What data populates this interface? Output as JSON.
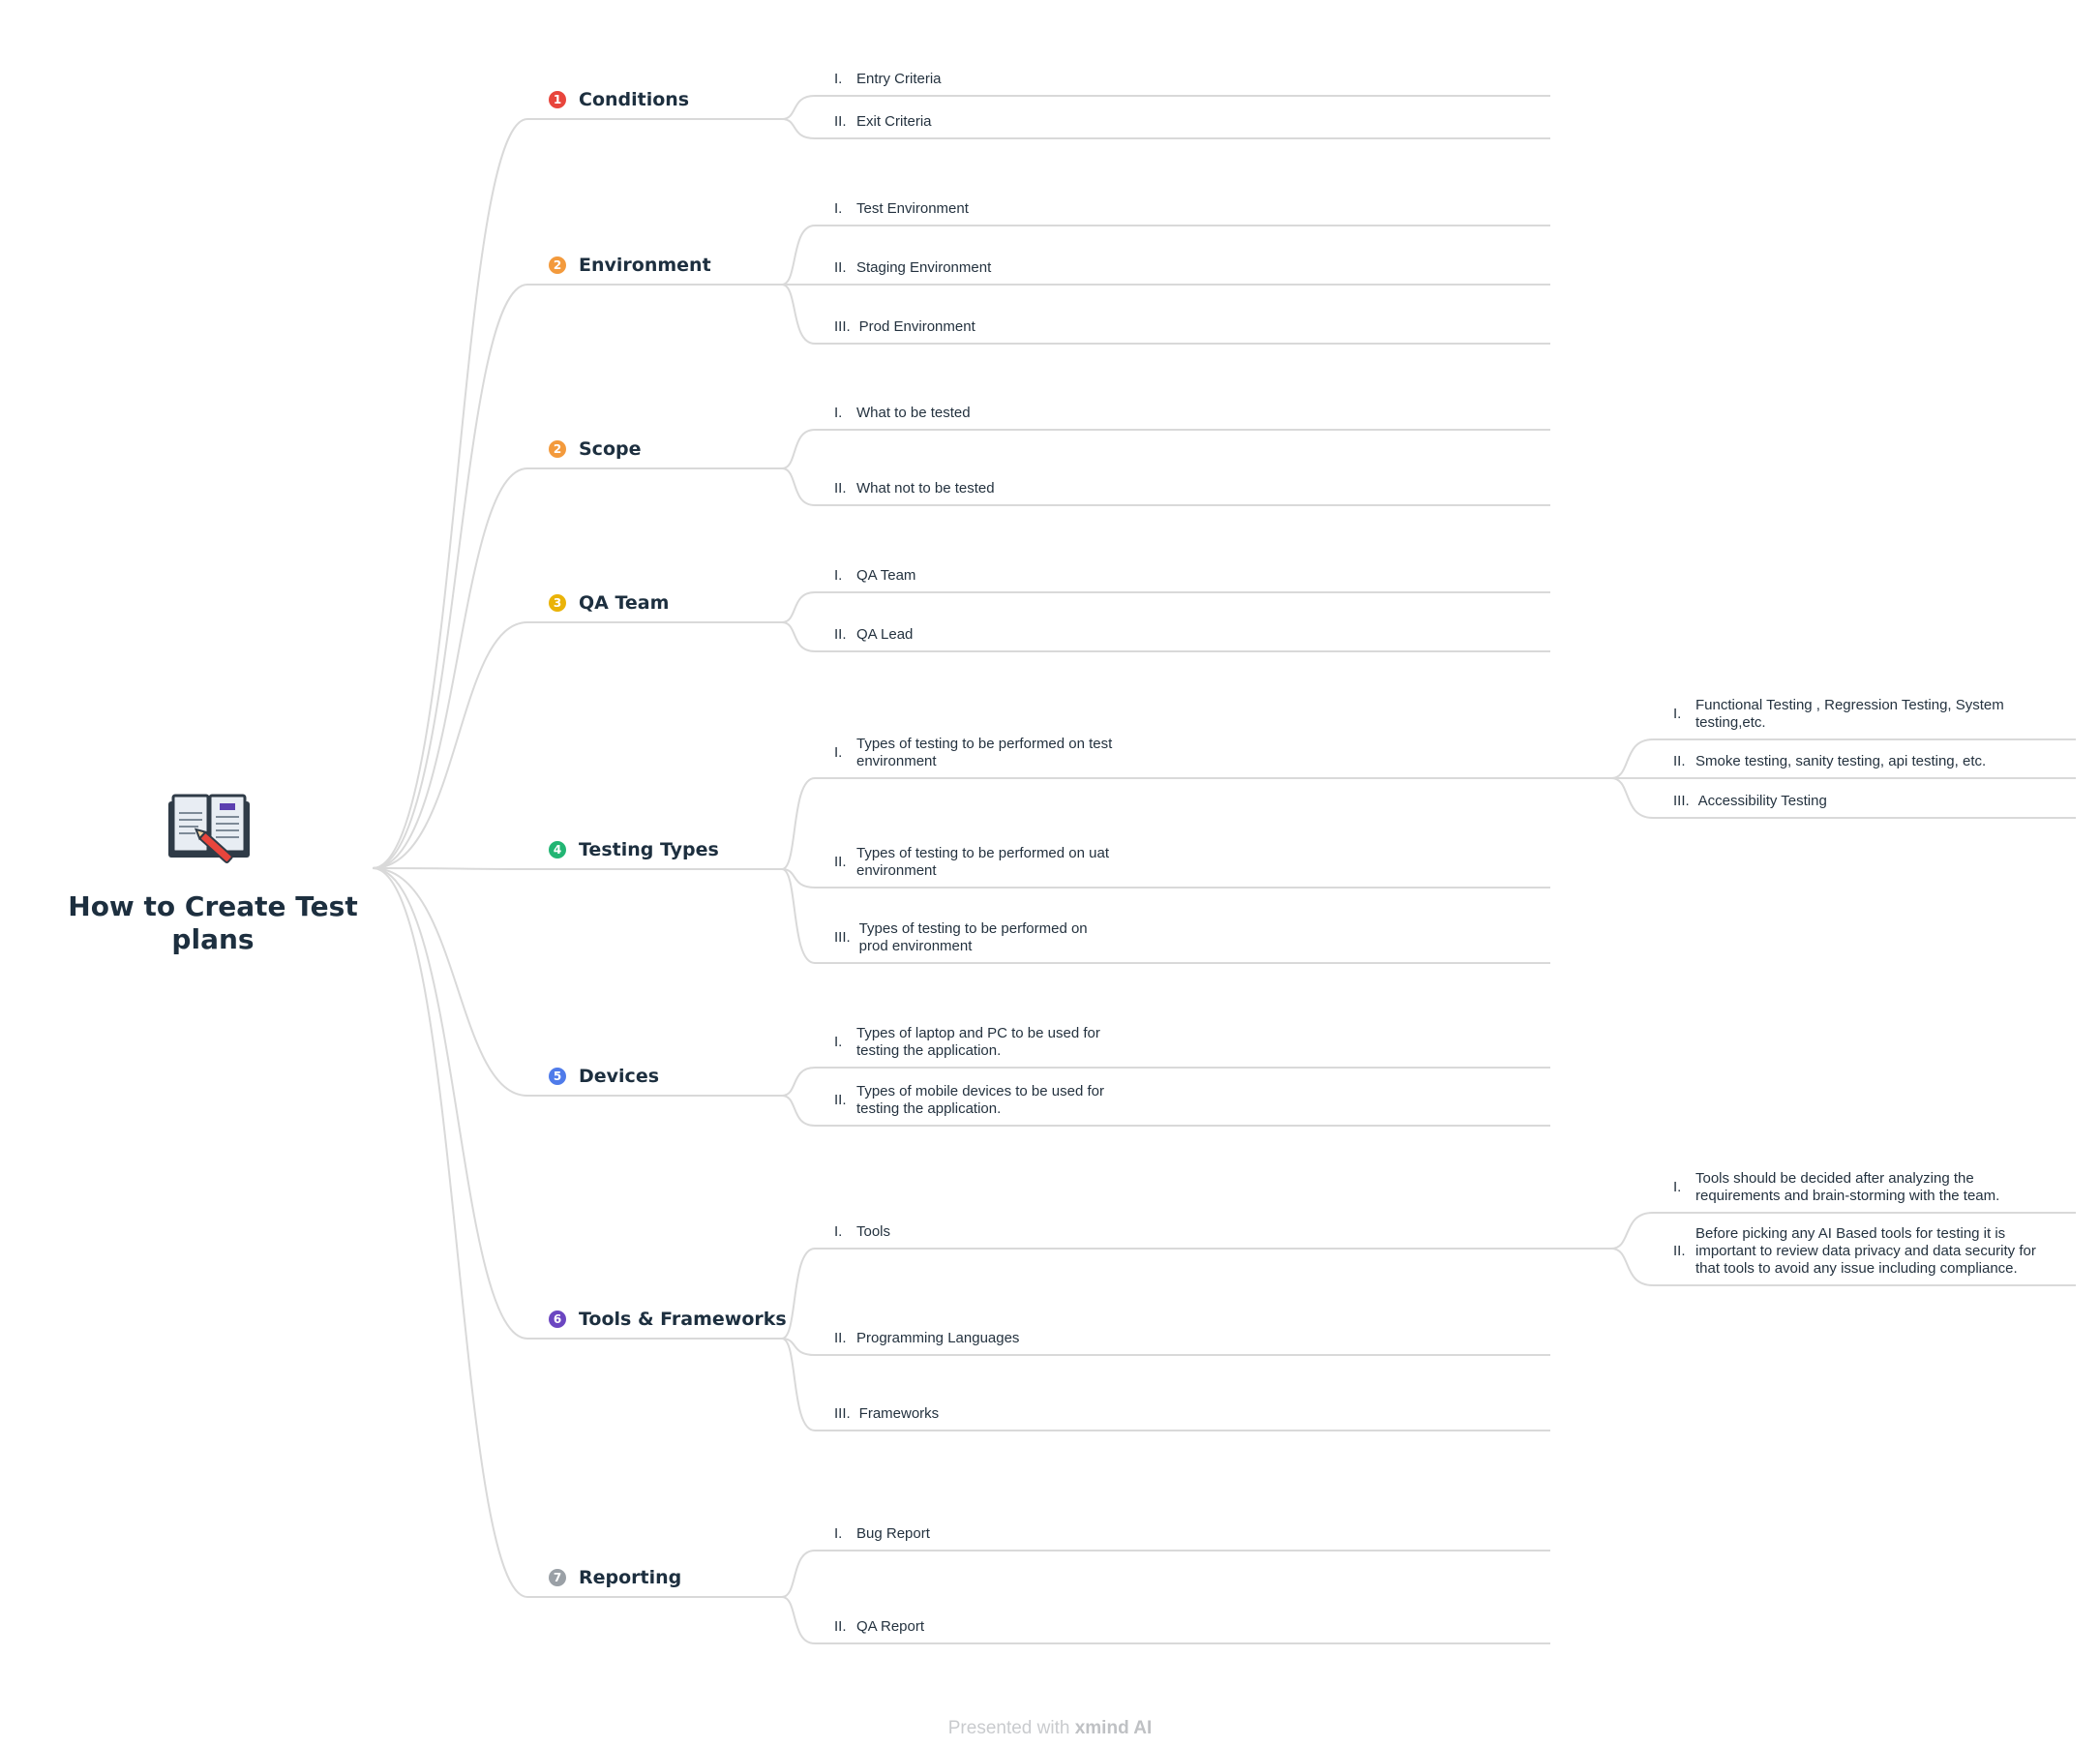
{
  "root": {
    "title": "How to Create Test plans",
    "icon": "open-book-pencil-icon"
  },
  "colors": {
    "edge": "#d9d9d9",
    "badges": [
      "#e8453c",
      "#f39a3c",
      "#f39a3c",
      "#eab308",
      "#22b573",
      "#4f7bea",
      "#6b46c1",
      "#9aa0a6"
    ]
  },
  "branches": [
    {
      "badge": "1",
      "label": "Conditions",
      "children": [
        {
          "num": "I.",
          "label": "Entry Criteria"
        },
        {
          "num": "II.",
          "label": "Exit Criteria"
        }
      ]
    },
    {
      "badge": "2",
      "label": "Environment",
      "children": [
        {
          "num": "I.",
          "label": "Test Environment"
        },
        {
          "num": "II.",
          "label": "Staging Environment"
        },
        {
          "num": "III.",
          "label": "Prod Environment"
        }
      ]
    },
    {
      "badge": "2",
      "label": "Scope",
      "children": [
        {
          "num": "I.",
          "label": "What to be tested"
        },
        {
          "num": "II.",
          "label": "What not to be tested"
        }
      ]
    },
    {
      "badge": "3",
      "label": "QA Team",
      "children": [
        {
          "num": "I.",
          "label": "QA Team"
        },
        {
          "num": "II.",
          "label": "QA Lead"
        }
      ]
    },
    {
      "badge": "4",
      "label": "Testing Types",
      "children": [
        {
          "num": "I.",
          "label": "Types of testing to be performed on test\nenvironment",
          "children": [
            {
              "num": "I.",
              "label": "Functional Testing , Regression Testing, System\ntesting,etc."
            },
            {
              "num": "II.",
              "label": "Smoke testing, sanity testing, api testing, etc."
            },
            {
              "num": "III.",
              "label": "Accessibility Testing"
            }
          ]
        },
        {
          "num": "II.",
          "label": "Types of testing to be performed on uat\nenvironment"
        },
        {
          "num": "III.",
          "label": "Types of testing to be performed on\nprod environment"
        }
      ]
    },
    {
      "badge": "5",
      "label": "Devices",
      "children": [
        {
          "num": "I.",
          "label": "Types of laptop and PC to be used for\ntesting the application."
        },
        {
          "num": "II.",
          "label": "Types of mobile devices to be used for\ntesting the application."
        }
      ]
    },
    {
      "badge": "6",
      "label": "Tools & Frameworks",
      "children": [
        {
          "num": "I.",
          "label": "Tools",
          "children": [
            {
              "num": "I.",
              "label": "Tools should be decided after analyzing the\nrequirements and brain-storming with the team."
            },
            {
              "num": "II.",
              "label": "Before picking any AI Based tools for testing it is\nimportant to review data privacy and data security for\nthat tools to avoid any issue including compliance."
            }
          ]
        },
        {
          "num": "II.",
          "label": "Programming Languages"
        },
        {
          "num": "III.",
          "label": "Frameworks"
        }
      ]
    },
    {
      "badge": "7",
      "label": "Reporting",
      "children": [
        {
          "num": "I.",
          "label": "Bug Report"
        },
        {
          "num": "II.",
          "label": "QA Report"
        }
      ]
    }
  ],
  "footer": {
    "prefix": "Presented with",
    "brand": "xmind AI"
  }
}
